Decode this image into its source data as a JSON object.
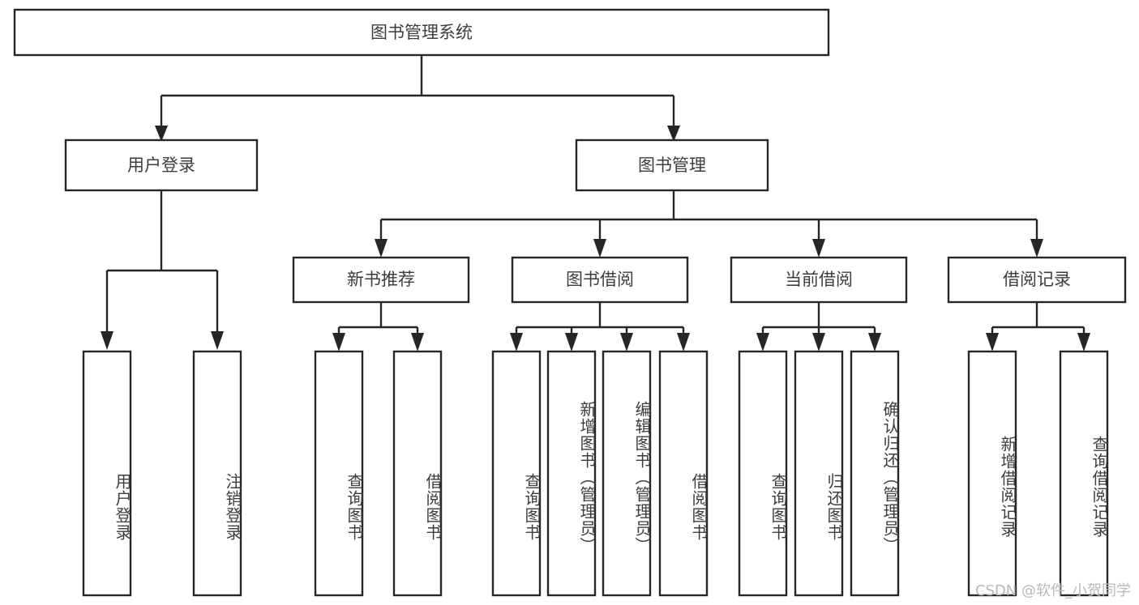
{
  "diagram": {
    "title": "图书管理系统",
    "type": "hierarchy-tree",
    "watermark": "CSDN @软件_小贺同学",
    "colors": {
      "box_stroke": "#262626",
      "box_fill": "#ffffff",
      "text": "#3d3d3d",
      "connector": "#262626",
      "watermark": "#b9b9b9",
      "background": "#ffffff"
    },
    "nodes": {
      "root": {
        "label": "图书管理系统"
      },
      "level1": [
        {
          "label": "用户登录"
        },
        {
          "label": "图书管理"
        }
      ],
      "level2": [
        {
          "label": "新书推荐"
        },
        {
          "label": "图书借阅"
        },
        {
          "label": "当前借阅"
        },
        {
          "label": "借阅记录"
        }
      ],
      "leaves": {
        "user_login": [
          {
            "label": "用户登录"
          },
          {
            "label": "注销登录"
          }
        ],
        "new_book": [
          {
            "label": "查询图书"
          },
          {
            "label": "借阅图书"
          }
        ],
        "book_borrow": [
          {
            "label": "查询图书"
          },
          {
            "label": "新增图书（管理员）"
          },
          {
            "label": "编辑图书（管理员）"
          },
          {
            "label": "借阅图书"
          }
        ],
        "current_borrow": [
          {
            "label": "查询图书"
          },
          {
            "label": "归还图书"
          },
          {
            "label": "确认归还（管理员）"
          }
        ],
        "borrow_record": [
          {
            "label": "新增借阅记录"
          },
          {
            "label": "查询借阅记录"
          }
        ]
      }
    }
  }
}
